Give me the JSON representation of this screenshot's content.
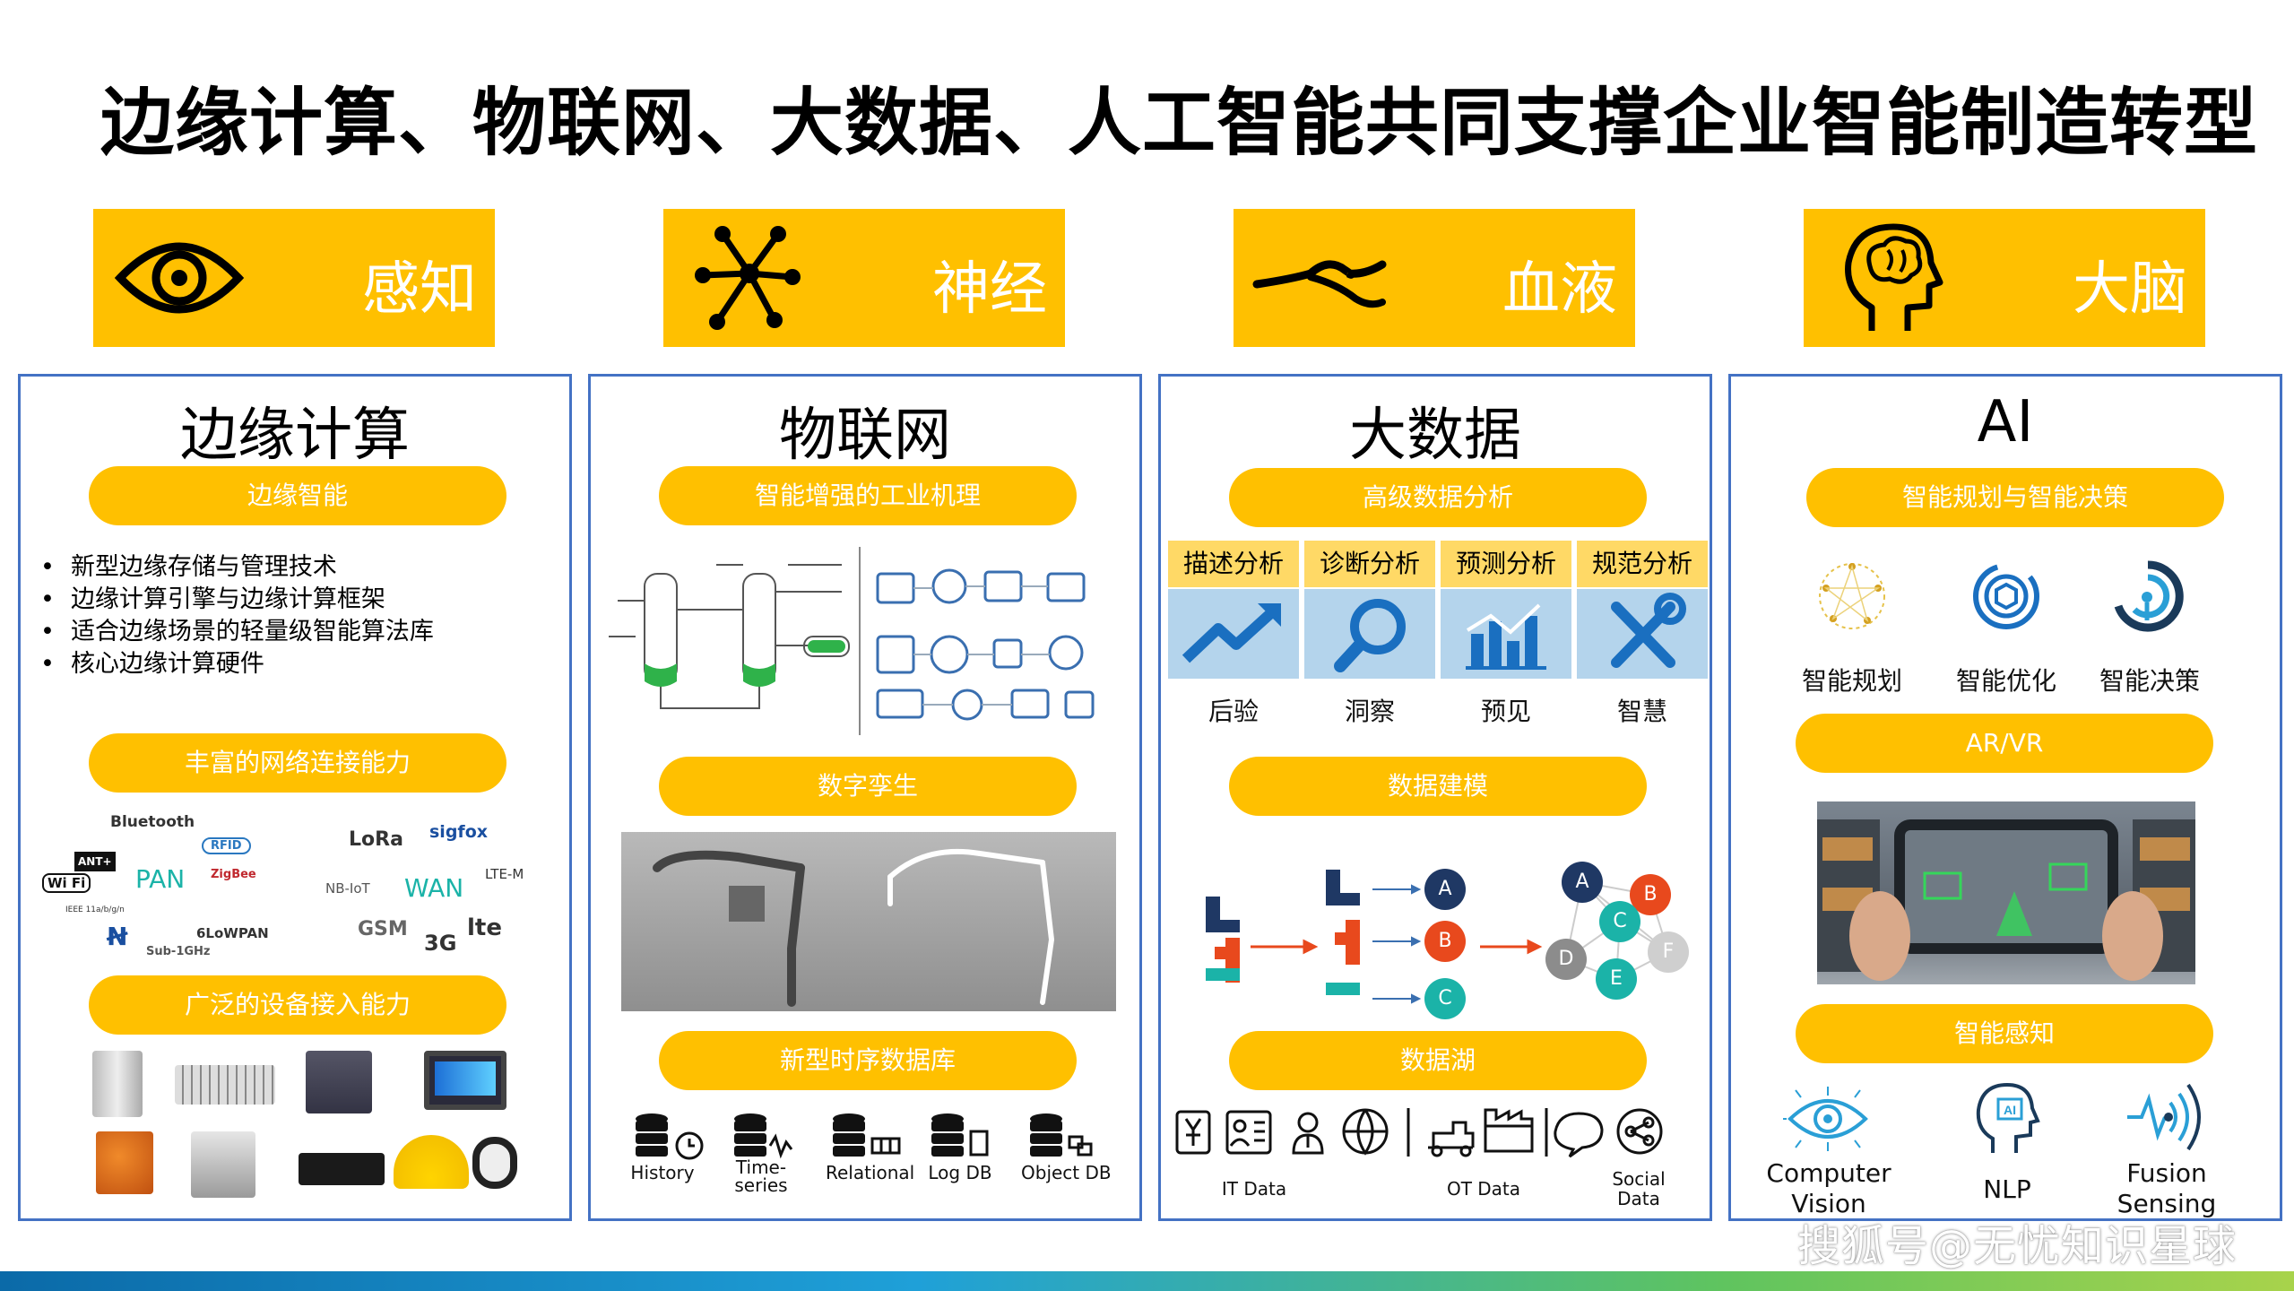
{
  "page_title": "边缘计算、物联网、大数据、人工智能共同支撑企业智能制造转型",
  "headers": [
    {
      "label": "感知",
      "icon": "eye-icon"
    },
    {
      "label": "神经",
      "icon": "network-node-icon"
    },
    {
      "label": "血液",
      "icon": "stream-icon"
    },
    {
      "label": "大脑",
      "icon": "brain-head-icon"
    }
  ],
  "edge": {
    "title": "边缘计算",
    "pill_intelligence": "边缘智能",
    "bullets": [
      "新型边缘存储与管理技术",
      "边缘计算引擎与边缘计算框架",
      "适合边缘场景的轻量级智能算法库",
      "核心边缘计算硬件"
    ],
    "pill_network": "丰富的网络连接能力",
    "network_logos": {
      "bluetooth": "Bluetooth",
      "rfid": "RFID",
      "lora": "LoRa",
      "sigfox": "sigfox",
      "ant": "ANT+",
      "pan": "PAN",
      "zigbee": "ZigBee",
      "wifi": "Wi Fi",
      "nbiot": "NB-IoT",
      "wan": "WAN",
      "ltem": "LTE-M",
      "ieee": "IEEE 11a/b/g/n",
      "lowpan": "6LoWPAN",
      "gsm": "GSM",
      "g3": "3G",
      "lte": "lte",
      "sub1ghz": "Sub-1GHz"
    },
    "pill_devices": "广泛的设备接入能力"
  },
  "iot": {
    "title": "物联网",
    "pill_mechanism": "智能增强的工业机理",
    "pill_twin": "数字孪生",
    "pill_tsdb": "新型时序数据库",
    "db_labels": [
      "History",
      "Time-series",
      "Relational",
      "Log DB",
      "Object DB"
    ]
  },
  "bigdata": {
    "title": "大数据",
    "pill_analysis": "高级数据分析",
    "analysis": [
      {
        "name": "描述分析",
        "result": "后验",
        "icon": "trend-up-icon"
      },
      {
        "name": "诊断分析",
        "result": "洞察",
        "icon": "magnifier-icon"
      },
      {
        "name": "预测分析",
        "result": "预见",
        "icon": "bar-chart-icon"
      },
      {
        "name": "规范分析",
        "result": "智慧",
        "icon": "tools-icon"
      }
    ],
    "pill_modeling": "数据建模",
    "nodes": [
      "A",
      "B",
      "C",
      "D",
      "E",
      "F"
    ],
    "pill_lake": "数据湖",
    "lake_labels": [
      "IT Data",
      "OT Data",
      "Social Data"
    ]
  },
  "ai": {
    "title": "AI",
    "pill_planning": "智能规划与智能决策",
    "planning_items": [
      "智能规划",
      "智能优化",
      "智能决策"
    ],
    "pill_arvr": "AR/VR",
    "pill_perception": "智能感知",
    "perception_items": [
      "Computer Vision",
      "NLP",
      "Fusion Sensing"
    ]
  },
  "watermark": "搜狐号@无忧知识星球",
  "colors": {
    "accent": "#FFC000",
    "panel_border": "#4472C4",
    "node_blue": "#1F3864",
    "node_red": "#E8491D",
    "node_teal": "#1BB3A8",
    "node_gray": "#8C8C8C"
  }
}
